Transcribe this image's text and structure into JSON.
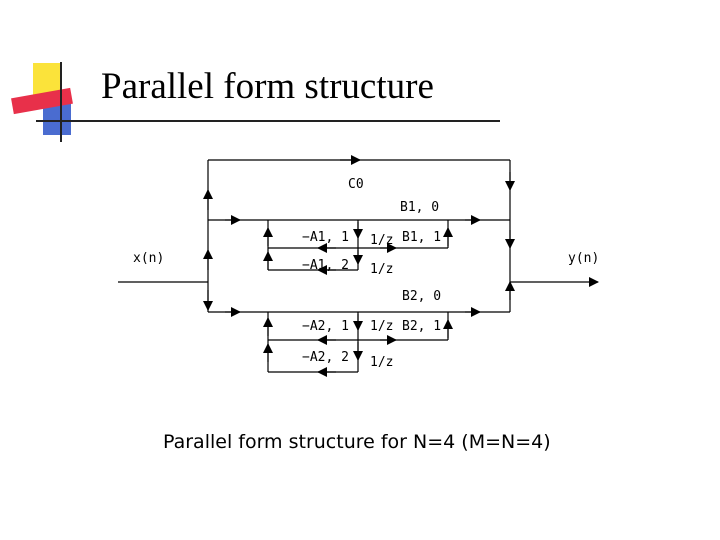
{
  "slide": {
    "title": "Parallel form structure",
    "caption": "Parallel form structure for N=4 (M=N=4)"
  },
  "diagram": {
    "input": "x(n)",
    "output": "y(n)",
    "direct_gain": "C0",
    "section1": {
      "b0": "B1, 0",
      "b1": "B1, 1",
      "a1": "−A1, 1",
      "a2": "−A1, 2",
      "delay1": "1/z",
      "delay2": "1/z"
    },
    "section2": {
      "b0": "B2, 0",
      "b1": "B2, 1",
      "a1": "−A2, 1",
      "a2": "−A2, 2",
      "delay1": "1/z",
      "delay2": "1/z"
    }
  },
  "colors": {
    "accent_yellow": "#fbe33a",
    "accent_red": "#e8304a",
    "accent_blue": "#4a6cd0",
    "rule": "#222222"
  }
}
